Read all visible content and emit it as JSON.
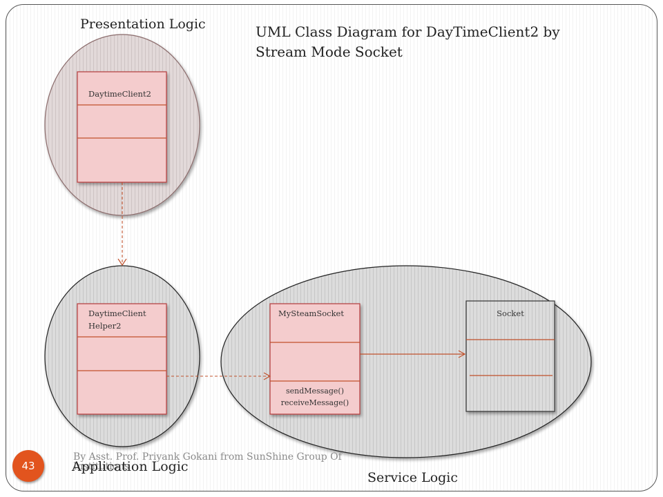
{
  "slide": {
    "title": "UML Class Diagram for DayTimeClient2 by Stream Mode Socket",
    "page_number": "43",
    "footer": "By Asst. Prof. Priyank Gokani from SunShine Group Of Institutions"
  },
  "regions": {
    "presentation": "Presentation Logic",
    "application": "Application Logic",
    "service": "Service Logic"
  },
  "classes": {
    "daytime_client2": {
      "name": "DaytimeClient2"
    },
    "daytime_client_helper2": {
      "name": "DaytimeClient Helper2"
    },
    "my_steam_socket": {
      "name": "MySteamSocket",
      "operations": [
        "sendMessage()",
        "receiveMessage()"
      ]
    },
    "socket": {
      "name": "Socket"
    }
  },
  "colors": {
    "class_fill": "#f4cccd",
    "class_border": "#b33a3a",
    "connector": "#c0502b",
    "region_fill": "#d9d9d9",
    "badge": "#e2541e"
  }
}
